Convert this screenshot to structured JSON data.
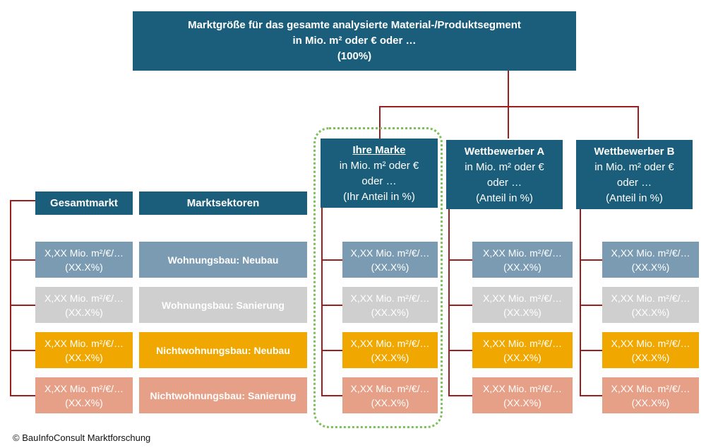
{
  "top": {
    "line1": "Marktgröße für das gesamte analysierte Material-/Produktsegment",
    "line2": "in Mio. m² oder € oder …",
    "line3": "(100%)"
  },
  "left": {
    "gesamtmarkt": "Gesamtmarkt",
    "marktsektoren": "Marktsektoren",
    "sectors": [
      "Wohnungsbau: Neubau",
      "Wohnungsbau: Sanierung",
      "Nichtwohnungsbau: Neubau",
      "Nichtwohnungsbau: Sanierung"
    ]
  },
  "cell": {
    "value": "X,XX Mio. m²/€/…",
    "share": "(XX.X%)"
  },
  "brands": [
    {
      "name": "Ihre Marke",
      "unit": "in Mio. m² oder €",
      "unit2": "oder …",
      "share": "(Ihr Anteil in %)"
    },
    {
      "name": "Wettbewerber A",
      "unit": "in Mio. m² oder €",
      "unit2": "oder …",
      "share": "(Anteil in %)"
    },
    {
      "name": "Wettbewerber B",
      "unit": "in Mio. m² oder €",
      "unit2": "oder …",
      "share": "(Anteil in %)"
    }
  ],
  "footer": "© BauInfoConsult Marktforschung",
  "colors": {
    "dark": "#1b5e7b",
    "blue": "#7b9bb3",
    "grey": "#cfcfcf",
    "orange": "#f0a800",
    "salmon": "#e6a088",
    "line": "#9c1f1f",
    "highlight": "#7cc05a"
  }
}
